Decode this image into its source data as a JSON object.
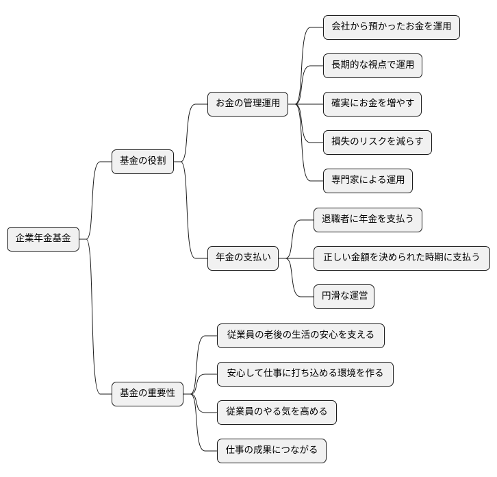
{
  "mindmap": {
    "root": "企業年金基金",
    "branches": [
      {
        "label": "基金の役割",
        "children": [
          {
            "label": "お金の管理運用",
            "children": [
              "会社から預かったお金を運用",
              "長期的な視点で運用",
              "確実にお金を増やす",
              "損失のリスクを減らす",
              "専門家による運用"
            ]
          },
          {
            "label": "年金の支払い",
            "children": [
              "退職者に年金を支払う",
              "正しい金額を決められた時期に支払う",
              "円滑な運営"
            ]
          }
        ]
      },
      {
        "label": "基金の重要性",
        "children": [
          "従業員の老後の生活の安心を支える",
          "安心して仕事に打ち込める環境を作る",
          "従業員のやる気を高める",
          "仕事の成果につながる"
        ]
      }
    ]
  }
}
